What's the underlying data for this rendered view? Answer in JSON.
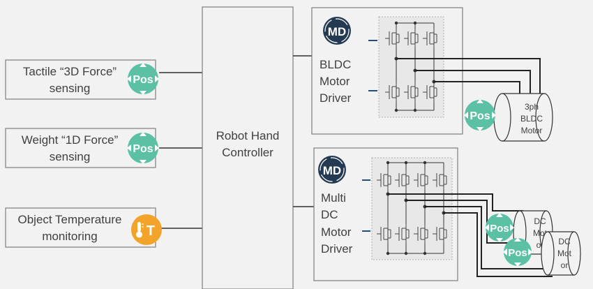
{
  "sensors": [
    {
      "lines": [
        "Tactile “3D Force”",
        "sensing"
      ],
      "badge": "Pos"
    },
    {
      "lines": [
        "Weight “1D Force”",
        "sensing"
      ],
      "badge": "Pos"
    },
    {
      "lines": [
        "Object Temperature",
        "monitoring"
      ],
      "badge": "T"
    }
  ],
  "controller": {
    "lines": [
      "Robot Hand",
      "Controller"
    ]
  },
  "drivers": [
    {
      "logo": "MD",
      "lines": [
        "BLDC",
        "Motor",
        "Driver"
      ]
    },
    {
      "logo": "MD",
      "lines": [
        "Multi",
        "DC",
        "Motor",
        "Driver"
      ]
    }
  ],
  "motors": {
    "bldc": {
      "lines": [
        "3ph",
        "BLDC",
        "Motor"
      ],
      "badge": "Pos"
    },
    "dc1": {
      "lines": [
        "DC",
        "Mot",
        "or"
      ],
      "badge": "Pos"
    },
    "dc2": {
      "lines": [
        "DC",
        "Mot",
        "or"
      ],
      "badge": "Pos"
    }
  },
  "colors": {
    "pos_badge": "#5cc0a5",
    "temp_badge": "#f2a42a",
    "md_logo": "#233a52"
  }
}
